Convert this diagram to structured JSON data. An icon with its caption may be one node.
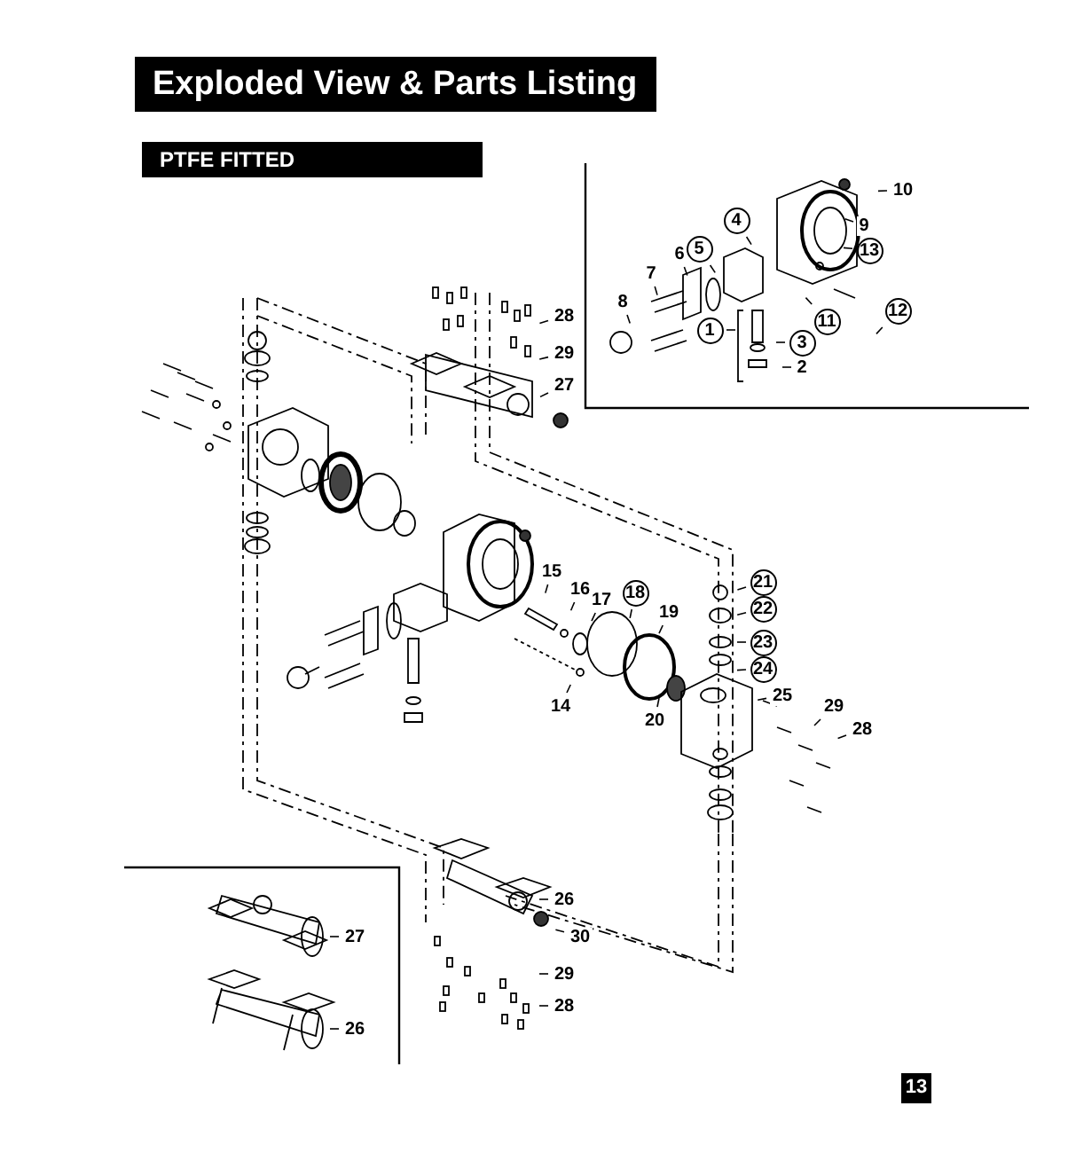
{
  "diagram": {
    "title": "Exploded View & Parts Listing",
    "nodes": [
      {
        "text": [
          "10"
        ]
      },
      {
        "text": [
          "4"
        ]
      },
      {
        "text": [
          "9"
        ]
      },
      {
        "text": [
          "13"
        ]
      },
      {
        "text": [
          "5"
        ]
      },
      {
        "text": [
          "6"
        ]
      },
      {
        "text": [
          "7"
        ]
      },
      {
        "text": [
          "28"
        ]
      },
      {
        "text": [
          "12"
        ]
      },
      {
        "text": [
          "8"
        ]
      },
      {
        "text": [
          "11"
        ]
      },
      {
        "text": [
          "1"
        ]
      },
      {
        "text": [
          "3"
        ]
      },
      {
        "text": [
          "2"
        ]
      },
      {
        "text": [
          "29"
        ]
      },
      {
        "text": [
          "27"
        ]
      },
      {
        "text": [
          "15"
        ]
      },
      {
        "text": [
          "21"
        ]
      },
      {
        "text": [
          "16"
        ]
      },
      {
        "text": [
          "18"
        ]
      },
      {
        "text": [
          "17"
        ]
      },
      {
        "text": [
          "22"
        ]
      },
      {
        "text": [
          "19"
        ]
      },
      {
        "text": [
          "23"
        ]
      },
      {
        "text": [
          "24"
        ]
      },
      {
        "text": [
          "25"
        ]
      },
      {
        "text": [
          "29"
        ]
      },
      {
        "text": [
          "14"
        ]
      },
      {
        "text": [
          "20"
        ]
      },
      {
        "text": [
          "28"
        ]
      },
      {
        "text": [
          "26"
        ]
      },
      {
        "text": [
          "30"
        ]
      },
      {
        "text": [
          "29"
        ]
      },
      {
        "text": [
          "28"
        ]
      },
      {
        "text": [
          "27"
        ]
      },
      {
        "text": [
          "26"
        ]
      }
    ],
    "edges": [
      {
        "from": 0,
        "to": null,
        "arrow": "none"
      },
      {
        "from": 1,
        "to": null,
        "arrow": "none"
      },
      {
        "from": 2,
        "to": null,
        "arrow": "none"
      },
      {
        "from": 3,
        "to": null,
        "arrow": "none"
      },
      {
        "from": 4,
        "to": null,
        "arrow": "none"
      },
      {
        "from": 5,
        "to": null,
        "arrow": "none"
      },
      {
        "from": 6,
        "to": null,
        "arrow": "none"
      },
      {
        "from": 7,
        "to": null,
        "arrow": "none"
      },
      {
        "from": 8,
        "to": null,
        "arrow": "none"
      },
      {
        "from": 9,
        "to": null,
        "arrow": "none"
      },
      {
        "from": 10,
        "to": null,
        "arrow": "none"
      },
      {
        "from": 11,
        "to": null,
        "arrow": "none"
      },
      {
        "from": 12,
        "to": null,
        "arrow": "none"
      },
      {
        "from": 13,
        "to": null,
        "arrow": "none"
      },
      {
        "from": 14,
        "to": null,
        "arrow": "none"
      },
      {
        "from": 15,
        "to": null,
        "arrow": "none"
      },
      {
        "from": 16,
        "to": null,
        "arrow": "none"
      },
      {
        "from": 17,
        "to": null,
        "arrow": "none"
      },
      {
        "from": 18,
        "to": null,
        "arrow": "none"
      },
      {
        "from": 19,
        "to": null,
        "arrow": "none"
      },
      {
        "from": 20,
        "to": null,
        "arrow": "none"
      },
      {
        "from": 21,
        "to": null,
        "arrow": "none"
      },
      {
        "from": 22,
        "to": null,
        "arrow": "none"
      },
      {
        "from": 23,
        "to": null,
        "arrow": "none"
      },
      {
        "from": 24,
        "to": null,
        "arrow": "none"
      },
      {
        "from": 25,
        "to": null,
        "arrow": "none"
      },
      {
        "from": 26,
        "to": null,
        "arrow": "none"
      },
      {
        "from": 27,
        "to": null,
        "arrow": "none"
      },
      {
        "from": 28,
        "to": null,
        "arrow": "none"
      },
      {
        "from": 29,
        "to": null,
        "arrow": "none"
      },
      {
        "from": 30,
        "to": null,
        "arrow": "none"
      },
      {
        "from": 31,
        "to": null,
        "arrow": "none"
      },
      {
        "from": 32,
        "to": null,
        "arrow": "none"
      },
      {
        "from": 33,
        "to": null,
        "arrow": "none"
      },
      {
        "from": 34,
        "to": null,
        "arrow": "none"
      },
      {
        "from": 35,
        "to": null,
        "arrow": "none"
      }
    ],
    "labels": [
      "PTFE FITTED",
      "13"
    ]
  }
}
